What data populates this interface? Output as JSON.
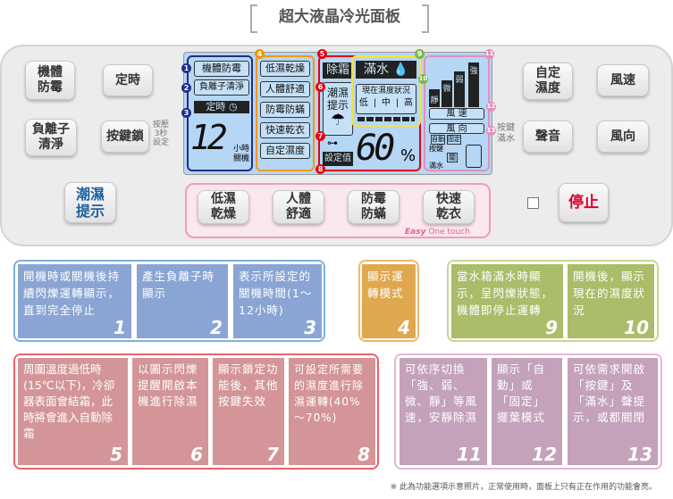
{
  "title": "超大液晶冷光面板",
  "buttons": {
    "body_mold": "機體\n防霉",
    "timer": "定時",
    "ion": "負離子\n清淨",
    "key_lock": "按鍵鎖",
    "key_lock_note": "按壓\n3秒\n設定",
    "humid_alert": "潮濕\n提示",
    "custom_humidity": "自定\n濕度",
    "fan_speed": "風速",
    "key_full_note": "按鍵\n滿水",
    "sound": "聲音",
    "direction": "風向",
    "stop": "停止"
  },
  "easy": {
    "buttons": [
      "低濕\n乾燥",
      "人體\n舒適",
      "防霉\n防蟎",
      "快速\n乾衣"
    ],
    "label_easy": "Easy",
    "label_touch": "One touch"
  },
  "lcd": {
    "body_mold": "機體防霉",
    "ion": "負離子清淨",
    "timer": "定時",
    "timer_value": "12",
    "timer_unit": "小時\n關機",
    "modes": [
      "低濕乾燥",
      "人體舒適",
      "防霉防蟎",
      "快速乾衣",
      "自定濕度"
    ],
    "defrost": "除霜",
    "humid_alert": "潮濕\n提示",
    "set_value": "設定值",
    "full_water": "滿水",
    "current_humidity": "現在濕度狀況",
    "levels": [
      "低",
      "中",
      "高"
    ],
    "humidity_value": "60",
    "percent": "%",
    "fan_levels": [
      "靜",
      "微",
      "弱",
      "強"
    ],
    "fan_speed": "風 速",
    "direction": "風 向",
    "auto": "自動",
    "fixed": "固定",
    "key": "按鍵",
    "full": "滿水",
    "close": "關"
  },
  "callout_numbers": [
    "1",
    "2",
    "3",
    "4",
    "5",
    "6",
    "7",
    "8",
    "9",
    "10",
    "11",
    "12",
    "13"
  ],
  "colors": {
    "blue": "#8aa5d4",
    "orange": "#e0a84e",
    "green": "#a9bd6a",
    "red": "#d39597",
    "purple": "#c4a2bb"
  },
  "descriptions": [
    {
      "n": "1",
      "text": "開機時或關機後持續閃爍運轉顯示，直到完全停止"
    },
    {
      "n": "2",
      "text": "產生負離子時顯示"
    },
    {
      "n": "3",
      "text": "表示所設定的關機時間(1～12小時)"
    },
    {
      "n": "4",
      "text": "顯示運轉模式"
    },
    {
      "n": "9",
      "text": "當水箱滿水時顯示，呈閃爍狀態，機體即停止運轉"
    },
    {
      "n": "10",
      "text": "開機後，顯示現在的濕度狀況"
    },
    {
      "n": "5",
      "text": "周圍溫度過低時(15℃以下)，冷卻器表面會結霜，此時將會進入自動除霜"
    },
    {
      "n": "6",
      "text": "以圖示閃爍提醒開啟本機進行除濕"
    },
    {
      "n": "7",
      "text": "顯示鎖定功能後，其他按鍵失效"
    },
    {
      "n": "8",
      "text": "可設定所需要的濕度進行除濕運轉(40%～70%)"
    },
    {
      "n": "11",
      "text": "可依序切換「強、弱、微、靜」等風速，安靜除濕"
    },
    {
      "n": "12",
      "text": "顯示「自動」或「固定」擺葉模式"
    },
    {
      "n": "13",
      "text": "可依需求開啟「按鍵」及「滿水」聲提示，或都關閉"
    }
  ],
  "footnote": "※ 此為功能選項示意照片，正常使用時，面板上只有正在作用的功能會亮。"
}
